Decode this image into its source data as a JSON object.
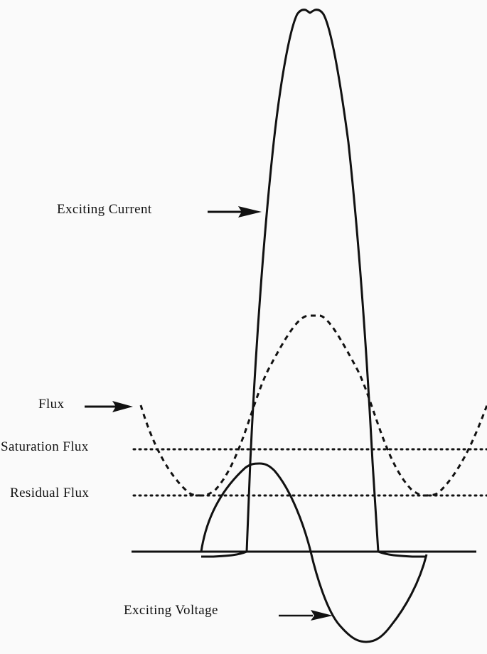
{
  "diagram": {
    "type": "waveform-diagram",
    "background": "#fafafa",
    "stroke_color": "#111111",
    "labels": {
      "exciting_current": "Exciting Current",
      "flux": "Flux",
      "saturation_flux": "Saturation Flux",
      "residual_flux": "Residual Flux",
      "exciting_voltage": "Exciting Voltage"
    },
    "curves": [
      {
        "name": "Exciting Current",
        "style": "solid",
        "shape": "tall narrow pulse with slight notch at peak"
      },
      {
        "name": "Flux",
        "style": "dashed",
        "shape": "sinusoid offset between residual and above saturation"
      },
      {
        "name": "Exciting Voltage",
        "style": "solid",
        "shape": "single sine period"
      },
      {
        "name": "Saturation Flux",
        "style": "dotted",
        "shape": "horizontal reference line"
      },
      {
        "name": "Residual Flux",
        "style": "dotted",
        "shape": "horizontal reference line"
      },
      {
        "name": "Baseline",
        "style": "solid",
        "shape": "horizontal zero axis"
      }
    ]
  }
}
